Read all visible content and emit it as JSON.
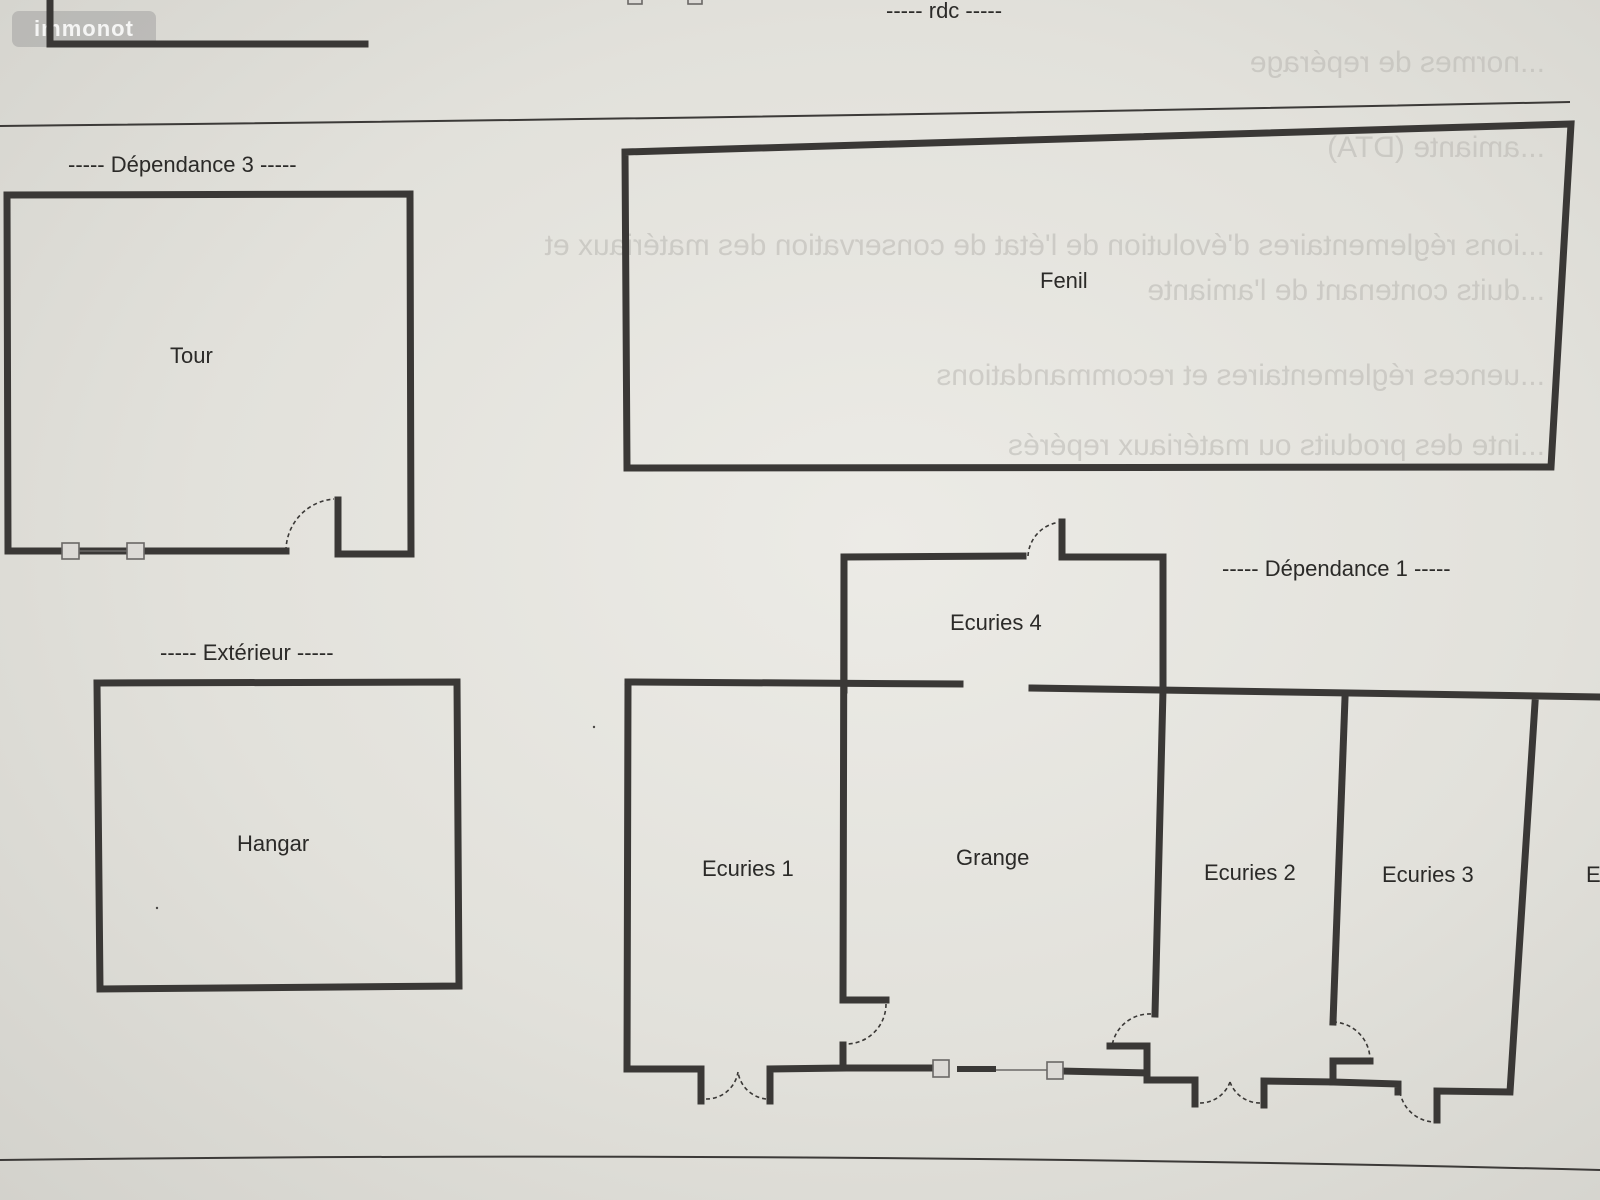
{
  "watermark": {
    "text": "immonot"
  },
  "sections": {
    "rdc": "----- rdc -----",
    "dependance3": "----- Dépendance 3 -----",
    "exterieur": "----- Extérieur -----",
    "dependance1": "----- Dépendance 1 -----"
  },
  "rooms": {
    "tour": "Tour",
    "fenil": "Fenil",
    "hangar": "Hangar",
    "ecuries4": "Ecuries 4",
    "ecuries1": "Ecuries 1",
    "grange": "Grange",
    "ecuries2": "Ecuries 2",
    "ecuries3": "Ecuries 3",
    "ecuries_partial": "E"
  },
  "showthrough_text": [
    "...normes de repérage",
    "...amiante (DTA)",
    "...ions réglementaires d'évolution de l'état de conservation des matériaux et",
    "...duits contenant de l'amiante",
    "...uences réglementaires et recommandations",
    "...inte des produits ou matériaux repérés"
  ]
}
